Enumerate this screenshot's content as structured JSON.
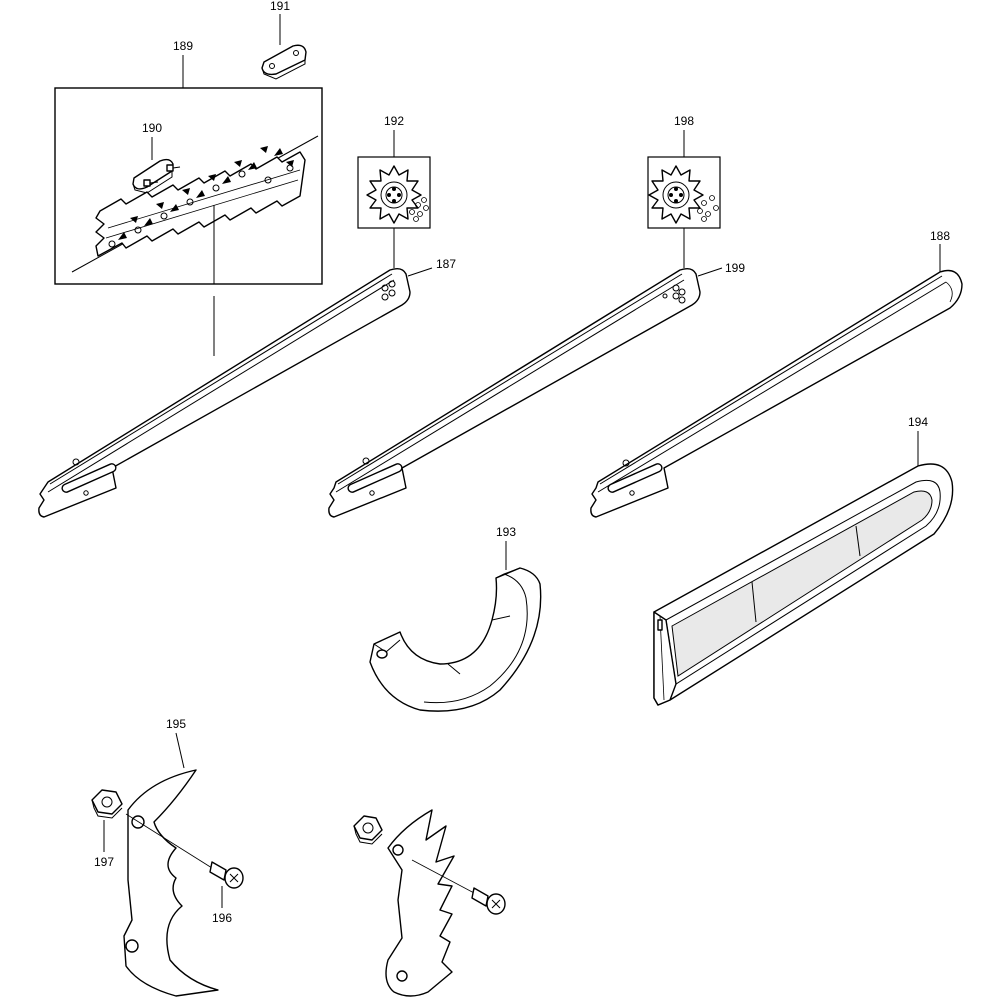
{
  "parts": [
    {
      "id": "chain-kit",
      "label": "189"
    },
    {
      "id": "joint-link",
      "label": "190"
    },
    {
      "id": "joint-link-single",
      "label": "191"
    },
    {
      "id": "sprocket-a",
      "label": "192"
    },
    {
      "id": "sprocket-b",
      "label": "198"
    },
    {
      "id": "guide-bar-a",
      "label": "187"
    },
    {
      "id": "guide-bar-b",
      "label": "199"
    },
    {
      "id": "guide-bar-c",
      "label": "188"
    },
    {
      "id": "bar-cover",
      "label": "194"
    },
    {
      "id": "chain-guard",
      "label": "193"
    },
    {
      "id": "spike-bumper-a",
      "label": "195"
    },
    {
      "id": "nut",
      "label": "197"
    },
    {
      "id": "screw",
      "label": "196"
    }
  ]
}
